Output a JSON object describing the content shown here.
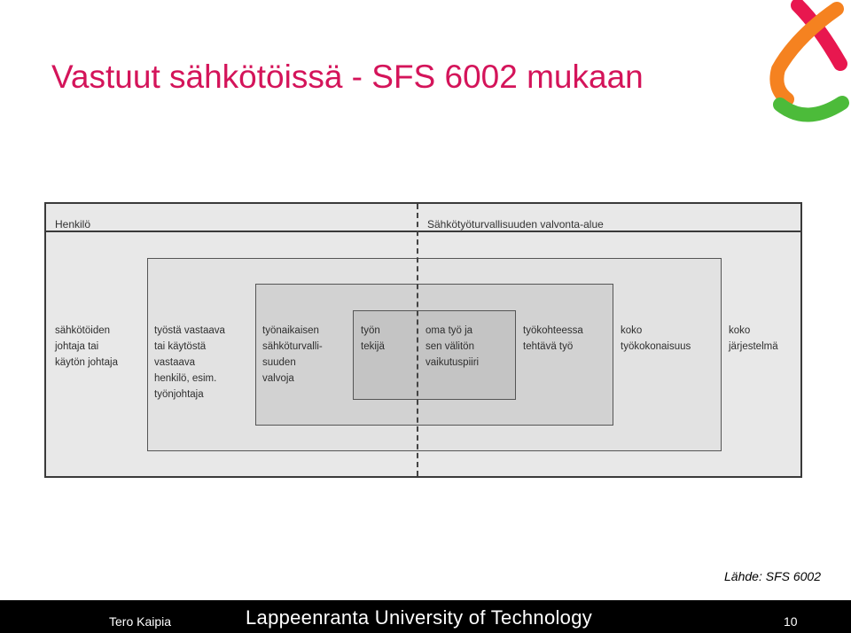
{
  "slide": {
    "title": "Vastuut sähkötöissä - SFS 6002 mukaan"
  },
  "logo": {
    "colors": {
      "red": "#e8174f",
      "orange": "#f58220",
      "green": "#4cbb3a"
    }
  },
  "diagram": {
    "header_left": "Henkilö",
    "header_right": "Sähkötyöturvallisuuden valvonta-alue",
    "columns": [
      "sähkötöiden\njohtaja tai\nkäytön johtaja",
      "työstä vastaava\ntai käytöstä\nvastaava\nhenkilö, esim.\ntyönjohtaja",
      "työnaikaisen\nsähköturvalli-\nsuuden\nvalvoja",
      "työn\ntekijä",
      "oma työ ja\nsen välitön\nvaikutuspiiri",
      "työkohteessa\ntehtävä työ",
      "koko\ntyökokonaisuus",
      "koko\njärjestelmä"
    ]
  },
  "source": "Lähde: SFS 6002",
  "footer": {
    "author": "Tero Kaipia",
    "university": "Lappeenranta University of Technology",
    "page": "10"
  }
}
